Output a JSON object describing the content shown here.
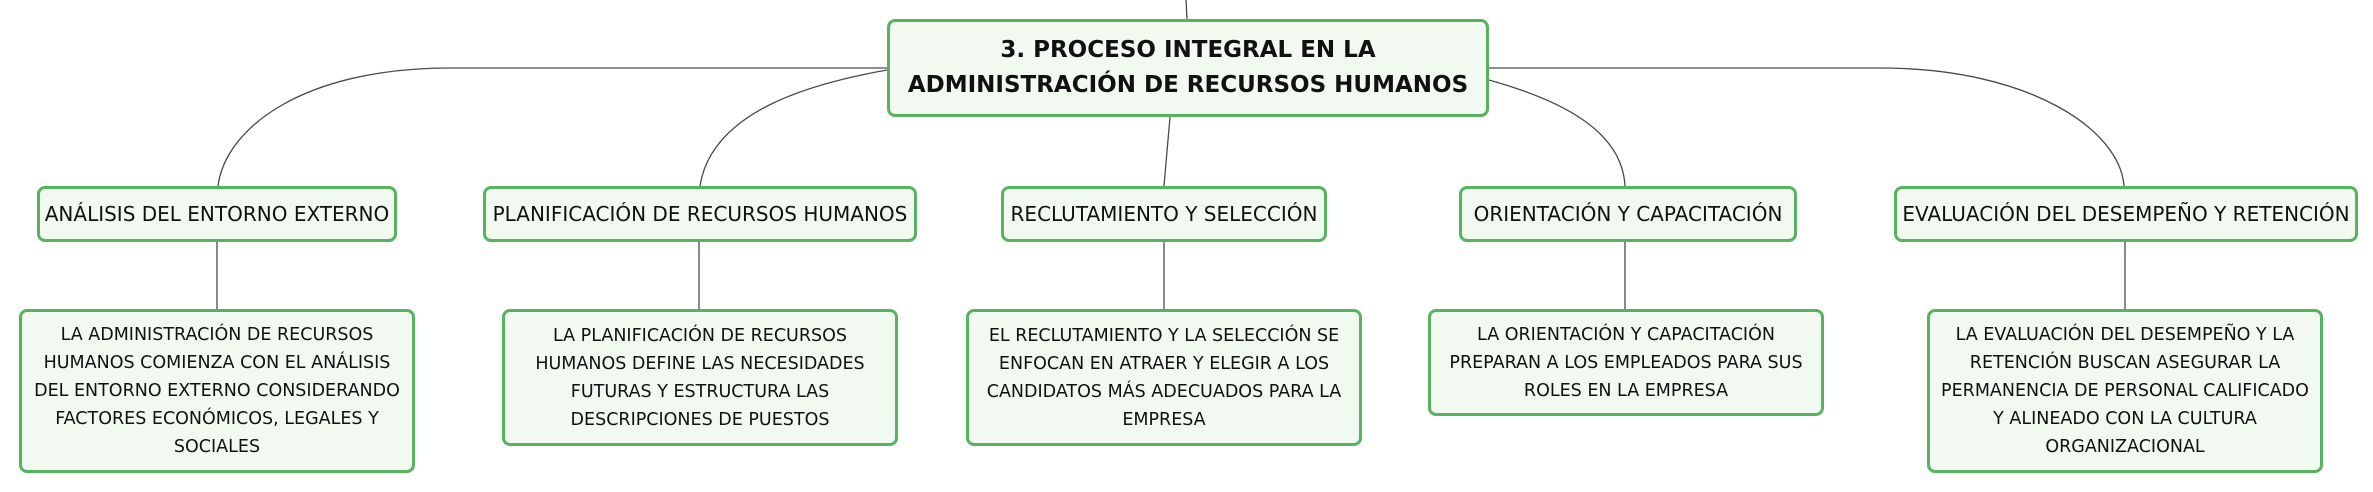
{
  "root": {
    "title": "3. PROCESO INTEGRAL EN LA ADMINISTRACIÓN DE RECURSOS HUMANOS"
  },
  "branches": [
    {
      "title": "ANÁLISIS DEL ENTORNO EXTERNO",
      "description": "LA ADMINISTRACIÓN DE RECURSOS HUMANOS COMIENZA CON EL ANÁLISIS DEL ENTORNO EXTERNO CONSIDERANDO FACTORES ECONÓMICOS, LEGALES Y SOCIALES"
    },
    {
      "title": "PLANIFICACIÓN DE RECURSOS HUMANOS",
      "description": "LA PLANIFICACIÓN DE RECURSOS HUMANOS DEFINE LAS NECESIDADES FUTURAS Y ESTRUCTURA LAS DESCRIPCIONES DE PUESTOS"
    },
    {
      "title": "RECLUTAMIENTO Y SELECCIÓN",
      "description": "EL RECLUTAMIENTO Y LA SELECCIÓN SE ENFOCAN EN ATRAER Y ELEGIR A LOS CANDIDATOS MÁS ADECUADOS PARA LA EMPRESA"
    },
    {
      "title": "ORIENTACIÓN Y CAPACITACIÓN",
      "description": "LA ORIENTACIÓN Y CAPACITACIÓN PREPARAN A LOS EMPLEADOS PARA SUS ROLES EN LA EMPRESA"
    },
    {
      "title": "EVALUACIÓN DEL DESEMPEÑO Y RETENCIÓN",
      "description": "LA EVALUACIÓN DEL DESEMPEÑO Y LA RETENCIÓN BUSCAN ASEGURAR LA PERMANENCIA DE PERSONAL CALIFICADO Y ALINEADO CON LA CULTURA ORGANIZACIONAL"
    }
  ],
  "colors": {
    "node_border": "#57b35f",
    "node_fill": "#f1f9f1",
    "connector": "#4a4a4a"
  }
}
